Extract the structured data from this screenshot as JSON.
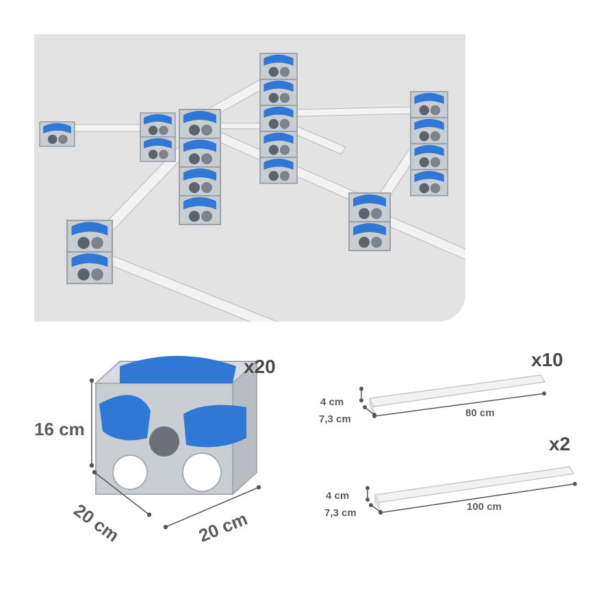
{
  "cube": {
    "quantity": "x20",
    "height": "16 cm",
    "depth": "20 cm",
    "width": "20 cm"
  },
  "rail_short": {
    "quantity": "x10",
    "height": "4 cm",
    "width": "7,3 cm",
    "length": "80 cm"
  },
  "rail_long": {
    "quantity": "x2",
    "height": "4 cm",
    "width": "7,3 cm",
    "length": "100 cm"
  },
  "colors": {
    "panel": "#e3e3e3",
    "block": "#c9ced3",
    "block_dark": "#9aa1a8",
    "accent_blue": "#2f78d6",
    "rail": "#f2f2f2",
    "label": "#5b5b5b"
  }
}
